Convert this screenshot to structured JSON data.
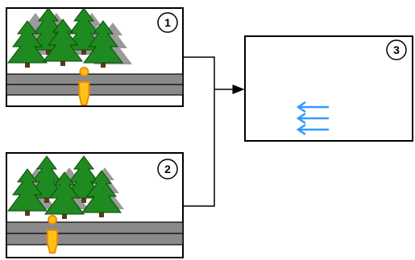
{
  "panels": [
    {
      "number": "1",
      "person_position": 0.44
    },
    {
      "number": "2",
      "person_position": 0.26
    },
    {
      "number": "3"
    }
  ],
  "colors": {
    "tree": "#1f8a1f",
    "tree_shadow": "#9a9a9a",
    "road": "#8a8a8a",
    "person_fill": "#ffc21a",
    "person_outline": "#f08a00",
    "motion_arrows": "#3399ff"
  },
  "icons": [
    "tree-icon",
    "person-icon",
    "left-arrow-icon"
  ]
}
